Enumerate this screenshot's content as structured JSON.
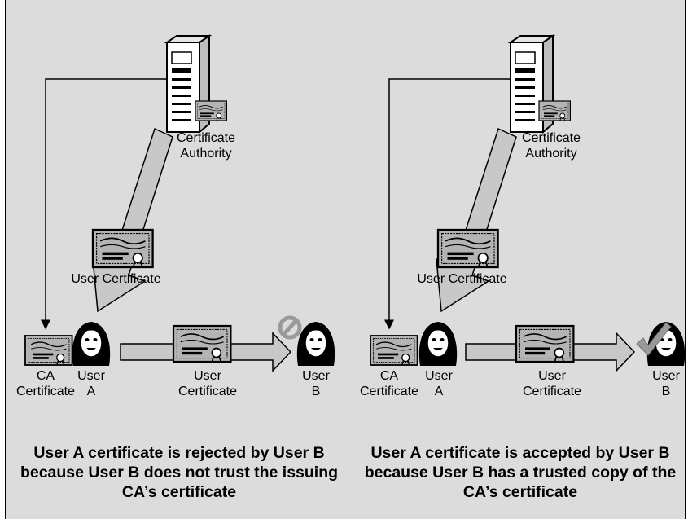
{
  "left": {
    "ca_label": "Certificate\nAuthority",
    "user_certificate_label": "User Certificate",
    "ca_certificate_label": "CA\nCertificate",
    "user_a_label": "User\nA",
    "transfer_label": "User\nCertificate",
    "user_b_label": "User\nB",
    "caption": "User A certificate is rejected by User B\nbecause User B does not trust the issuing\nCA’s certificate",
    "status_icon": "prohibited-icon"
  },
  "right": {
    "ca_label": "Certificate\nAuthority",
    "user_certificate_label": "User Certificate",
    "ca_certificate_label": "CA\nCertificate",
    "user_a_label": "User\nA",
    "transfer_label": "User\nCertificate",
    "user_b_label": "User\nB",
    "caption": "User A certificate is accepted by User B\nbecause User B has a trusted copy of the\nCA’s certificate",
    "status_icon": "checkmark-icon"
  },
  "colors": {
    "panel_background": "#dcdcdc",
    "arrow_fill": "#c8c8c8",
    "certificate_fill": "#b4b4b4"
  }
}
